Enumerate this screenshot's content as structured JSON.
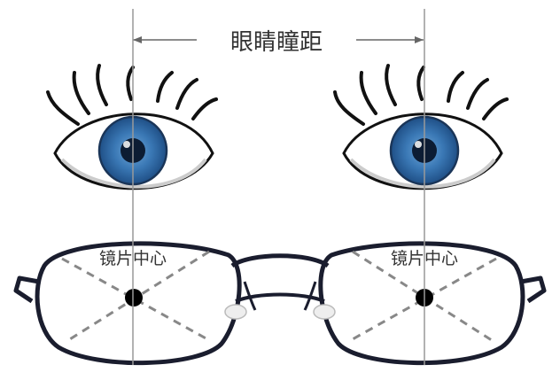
{
  "diagram": {
    "title": "眼睛瞳距",
    "left_lens_label": "镜片中心",
    "right_lens_label": "镜片中心",
    "colors": {
      "iris": "#3a78b5",
      "iris_dark": "#1f4f86",
      "pupil": "#0c1c33",
      "frame": "#1a1d2e",
      "guide_line": "#999999",
      "dash": "#888888",
      "text": "#333333"
    }
  }
}
